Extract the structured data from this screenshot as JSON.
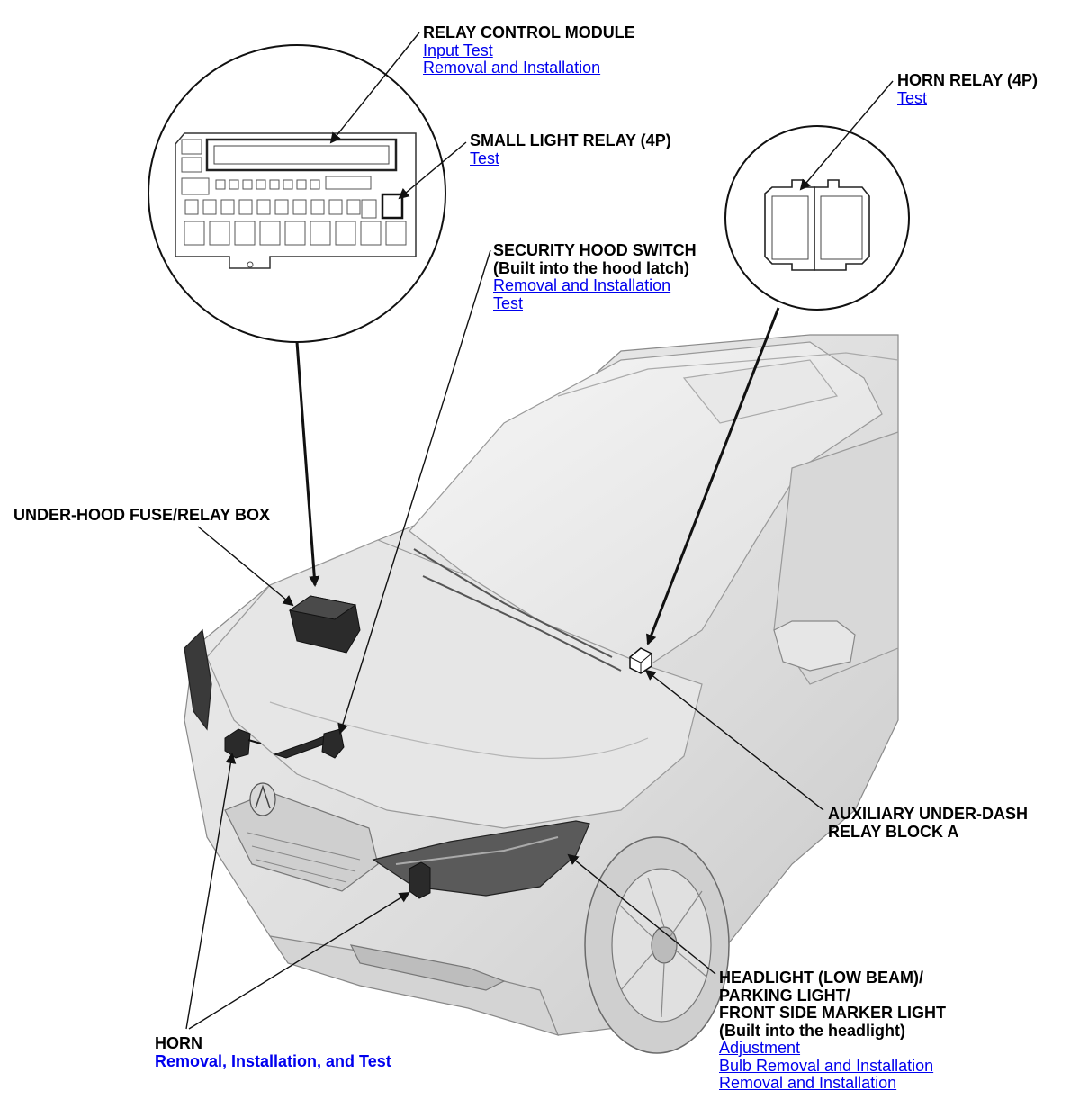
{
  "callouts": {
    "relay_control_module": {
      "title": "RELAY CONTROL MODULE",
      "links": [
        "Input Test",
        "Removal and Installation"
      ]
    },
    "small_light_relay": {
      "title": "SMALL LIGHT RELAY (4P)",
      "links": [
        "Test"
      ]
    },
    "horn_relay": {
      "title": "HORN RELAY (4P)",
      "links": [
        "Test"
      ]
    },
    "security_hood_switch": {
      "title_lines": [
        "SECURITY HOOD SWITCH",
        "(Built into the hood latch)"
      ],
      "links": [
        "Removal and Installation",
        "Test"
      ]
    },
    "under_hood_fuse_box": {
      "title": "UNDER-HOOD FUSE/RELAY BOX"
    },
    "aux_under_dash_relay": {
      "title_lines": [
        "AUXILIARY UNDER-DASH",
        "RELAY BLOCK A"
      ]
    },
    "headlight": {
      "title_lines": [
        "HEADLIGHT (LOW BEAM)/",
        "PARKING LIGHT/",
        "FRONT SIDE MARKER LIGHT",
        "(Built into the headlight)"
      ],
      "links": [
        "Adjustment",
        "Bulb Removal and Installation",
        "Removal and Installation"
      ]
    },
    "horn": {
      "title": "HORN",
      "links": [
        "Removal, Installation, and Test"
      ]
    }
  },
  "colors": {
    "link": "#0000ee",
    "text": "#000000",
    "car_body": "#e4e4e4",
    "car_shadow": "#bdbdbd",
    "line": "#111111"
  }
}
